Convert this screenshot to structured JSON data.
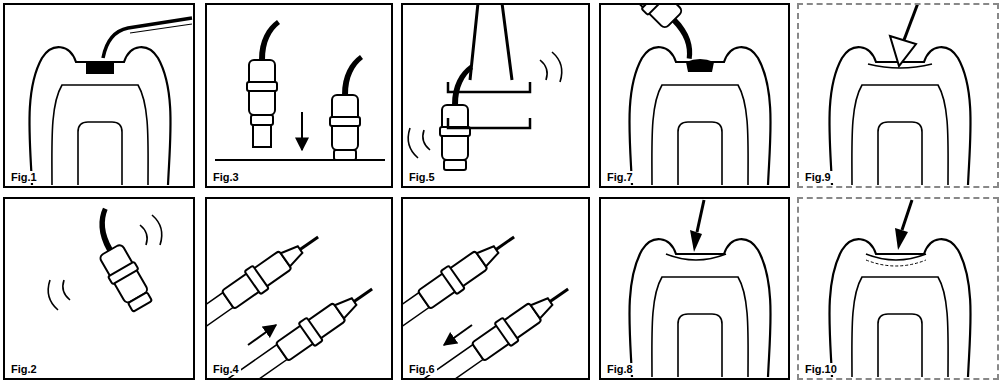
{
  "diagram": {
    "nodes": [
      {
        "text": [
          "Fig.1"
        ]
      },
      {
        "text": [
          "Fig.3"
        ]
      },
      {
        "text": [
          "Fig.5"
        ]
      },
      {
        "text": [
          "Fig.7"
        ]
      },
      {
        "text": [
          "Fig.9"
        ]
      },
      {
        "text": [
          "Fig.2"
        ]
      },
      {
        "text": [
          "Fig.4"
        ]
      },
      {
        "text": [
          "Fig.6"
        ]
      },
      {
        "text": [
          "Fig.8"
        ]
      },
      {
        "text": [
          "Fig.10"
        ]
      }
    ]
  }
}
